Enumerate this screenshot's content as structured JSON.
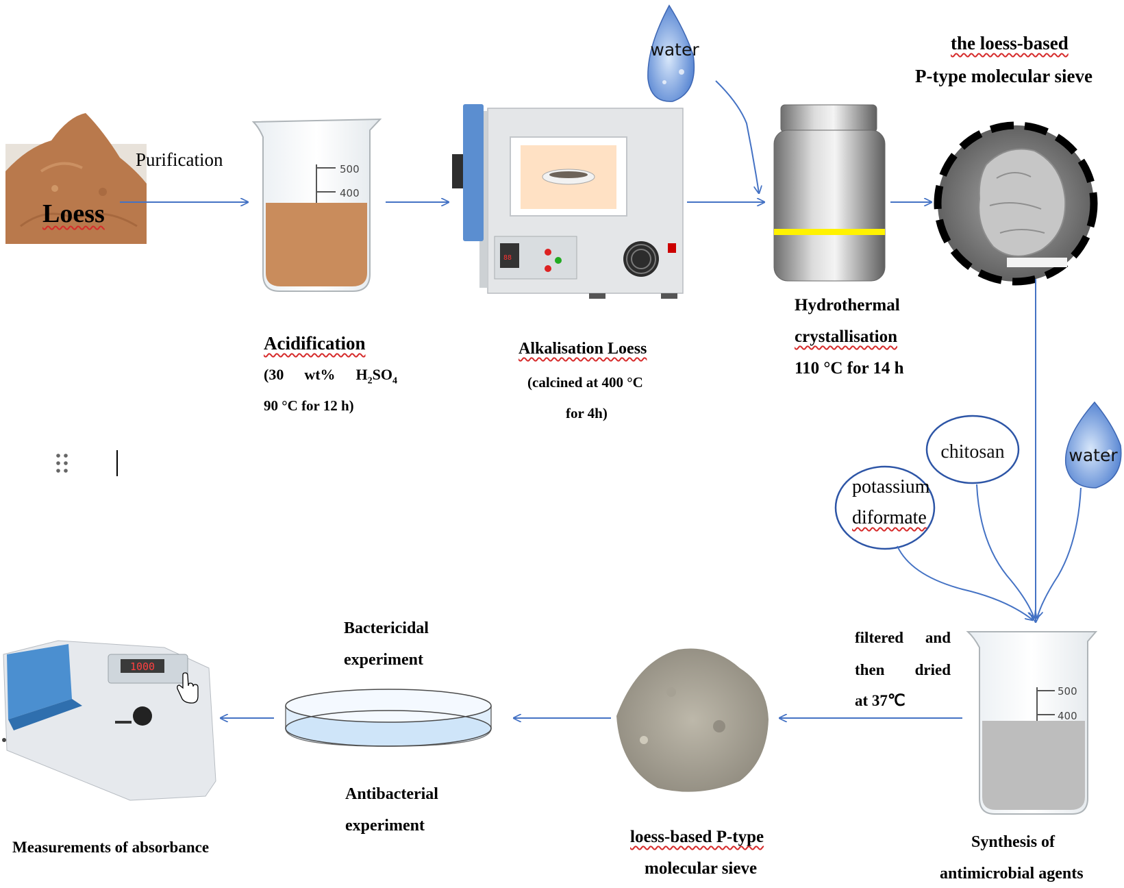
{
  "colors": {
    "arrow": "#4472C4",
    "loess": "#B9794C",
    "acid_liquid": "#C98C5C",
    "gray_liquid": "#BDBDBD",
    "water_drop": "#8FB6E6",
    "highlight_band": "#FFF200",
    "oven_door": "#5B8ED0"
  },
  "icons": [
    "drag-handle-icon",
    "text-cursor",
    "hand-pointer-icon"
  ],
  "stages": {
    "loess": {
      "label": "Loess"
    },
    "purification": {
      "label": "Purification"
    },
    "acidification": {
      "title": "Acidification",
      "line1_a": "(30",
      "line1_b": "wt%",
      "line1_c": "H",
      "line1_sub1": "2",
      "line1_d": "SO",
      "line1_sub2": "4",
      "line2": "90 °C for 12 h)",
      "scale_500": "500",
      "scale_400": "400"
    },
    "alkalisation": {
      "title": "Alkalisation Loess",
      "line1": "(calcined at 400 °C",
      "line2": "for 4h)"
    },
    "water_top": {
      "label": "water"
    },
    "hydrothermal": {
      "line1": "Hydrothermal",
      "line2": "crystallisation",
      "line3": "110 °C for 14 h"
    },
    "sieve_top": {
      "line1": "the loess-based",
      "line2": "P-type molecular sieve"
    },
    "chitosan": {
      "label": "chitosan"
    },
    "potassium": {
      "line1": "potassium",
      "line2": "diformate"
    },
    "water_right": {
      "label": "water"
    },
    "synthesis": {
      "line1": "Synthesis of",
      "line2": "antimicrobial agents",
      "scale_500": "500",
      "scale_400": "400"
    },
    "filtered": {
      "w1": "filtered",
      "w2": "and",
      "w3": "then",
      "w4": "dried",
      "line3": "at 37℃"
    },
    "sieve_bottom": {
      "line1": "loess-based P-type",
      "line2": "molecular sieve"
    },
    "bactericidal": {
      "line1": "Bactericidal",
      "line2": "experiment"
    },
    "antibacterial": {
      "line1": "Antibacterial",
      "line2": "experiment"
    },
    "measurement": {
      "label": "Measurements of absorbance",
      "display": "1000"
    }
  }
}
